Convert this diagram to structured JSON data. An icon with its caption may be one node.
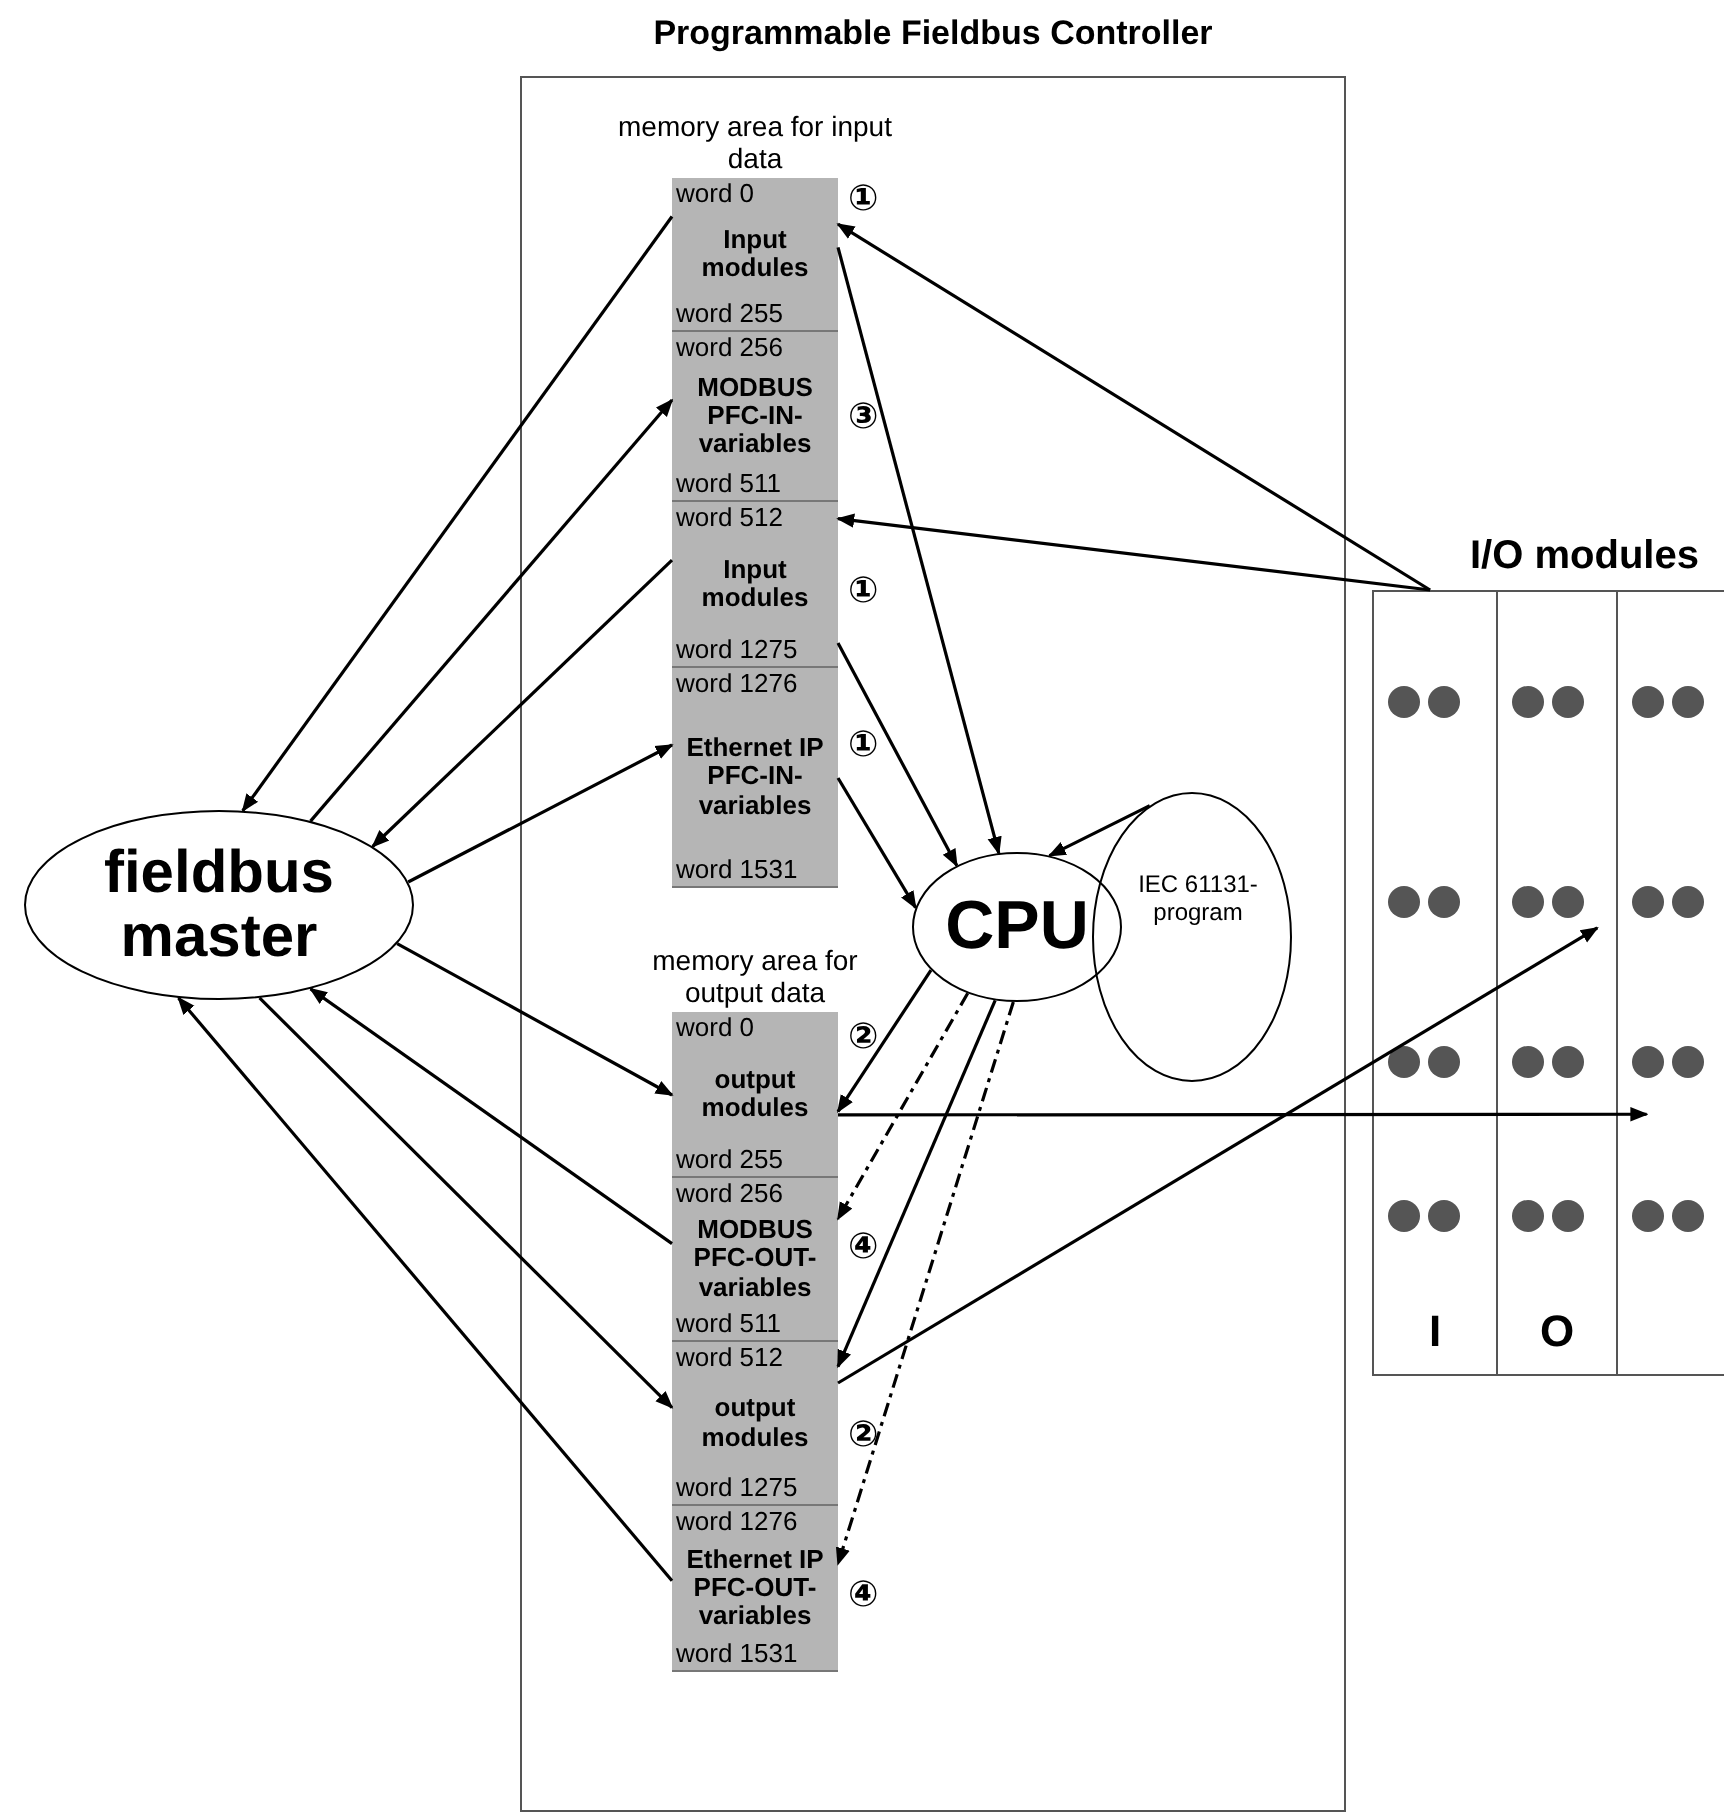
{
  "diagram": {
    "nodes": [
      {
        "text": [
          "Programmable Fieldbus Controller"
        ]
      },
      {
        "text": [
          "memory area for input data"
        ],
        "in": 0
      },
      {
        "text": [
          "word 0",
          "Input modules",
          "word 255"
        ],
        "in": 1,
        "beside": [
          "①"
        ]
      },
      {
        "text": [
          "word 256",
          "MODBUS PFC-IN-variables",
          "word 511"
        ],
        "in": 1,
        "beside": [
          "③"
        ]
      },
      {
        "text": [
          "word 512",
          "Input modules",
          "word 1275"
        ],
        "in": 1,
        "beside": [
          "①"
        ]
      },
      {
        "text": [
          "word 1276",
          "Ethernet IP PFC-IN-variables",
          "word 1531"
        ],
        "in": 1,
        "beside": [
          "①"
        ]
      },
      {
        "text": [
          "memory area for output data"
        ],
        "in": 0
      },
      {
        "text": [
          "word 0",
          "output modules",
          "word 255"
        ],
        "in": 6,
        "beside": [
          "②"
        ]
      },
      {
        "text": [
          "word 256",
          "MODBUS PFC-OUT-variables",
          "word 511"
        ],
        "in": 6,
        "beside": [
          "④"
        ]
      },
      {
        "text": [
          "word 512",
          "output modules",
          "word 1275"
        ],
        "in": 6,
        "beside": [
          "②"
        ]
      },
      {
        "text": [
          "word 1276",
          "Ethernet IP PFC-OUT-variables",
          "word 1531"
        ],
        "in": 6,
        "beside": [
          "④"
        ]
      },
      {
        "text": [
          "CPU"
        ],
        "in": 0
      },
      {
        "text": [
          "IEC 61131- program"
        ],
        "in": 0
      },
      {
        "text": [
          "fieldbus master"
        ]
      },
      {
        "text": [
          "I/O modules"
        ]
      }
    ],
    "edges": [
      {
        "from": 2,
        "to": 13,
        "arrow": "to"
      },
      {
        "from": 13,
        "to": 3,
        "arrow": "to"
      },
      {
        "from": 4,
        "to": 13,
        "arrow": "to"
      },
      {
        "from": 13,
        "to": 5,
        "arrow": "to"
      },
      {
        "from": 13,
        "to": 7,
        "arrow": "to"
      },
      {
        "from": 8,
        "to": 13,
        "arrow": "to"
      },
      {
        "from": 13,
        "to": 9,
        "arrow": "to"
      },
      {
        "from": 10,
        "to": 13,
        "arrow": "to"
      },
      {
        "from": 2,
        "to": 11,
        "arrow": "to"
      },
      {
        "from": 4,
        "to": 11,
        "arrow": "to"
      },
      {
        "from": 5,
        "to": 11,
        "arrow": "to"
      },
      {
        "from": 12,
        "to": 11,
        "arrow": "to"
      },
      {
        "from": 11,
        "to": 7,
        "arrow": "to"
      },
      {
        "from": 11,
        "to": 8,
        "arrow": "to",
        "style": "dashed"
      },
      {
        "from": 11,
        "to": 9,
        "arrow": "to"
      },
      {
        "from": 11,
        "to": 10,
        "arrow": "to",
        "style": "dashed"
      },
      {
        "from": 14,
        "to": 2,
        "arrow": "to"
      },
      {
        "from": 14,
        "to": 4,
        "arrow": "to"
      },
      {
        "from": 7,
        "to": 14,
        "arrow": "to"
      },
      {
        "from": 9,
        "to": 14,
        "arrow": "to"
      }
    ],
    "labels": [
      "I",
      "O"
    ]
  }
}
